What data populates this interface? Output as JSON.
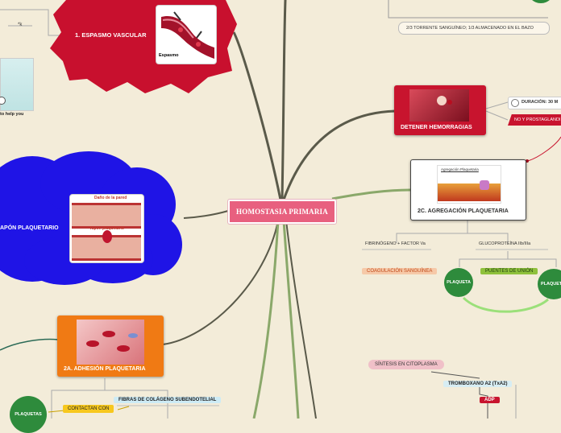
{
  "center": {
    "title": "HOMOSTASIA PRIMARIA"
  },
  "espasmo": {
    "title": "1. ESPASMO VASCULAR",
    "image_caption": "Espasmo",
    "side_label": "*k",
    "partial_text": "to help you"
  },
  "tapon": {
    "title": "APÓN PLAQUETARIO",
    "image_top": "Daño de la pared",
    "image_mid": "Tapón plaquetario"
  },
  "detener": {
    "title": "DETENER HEMORRAGIAS",
    "duracion": "DURACIÓN: 30 M",
    "prostaglandinas": "NO Y PROSTAGLANDI"
  },
  "torrente": {
    "text": "2/3 TORRENTE SANGUÍNEO; 1/3 ALMACENADO EN EL BAZO"
  },
  "agregacion": {
    "title": "2C. AGREGACIÓN PLAQUETARIA",
    "image_caption": "Agregación Plaquetaria",
    "fibrinogeno": "FIBRINÓGENO + FACTOR Va",
    "glucoproteina": "GLUCOPROTEÍNA IIb/IIIa",
    "coagulacion": "COAGULACIÓN SANGUÍNEA",
    "puentes": "PUENTES DE UNIÓN",
    "plaqueta_left": "PLAQUETA",
    "plaqueta_right": "PLAQUETA"
  },
  "adhesion": {
    "title": "2A. ADHESIÓN PLAQUETARIA",
    "fibras": "FIBRAS DE COLÁGENO SUBENDOTELIAL",
    "contactan": "CONTACTAN CON",
    "plaquetas": "PLAQUETAS"
  },
  "sintesis": {
    "text": "SÍNTESIS EN CITOPLASMA"
  },
  "tromboxano": {
    "text": "TROMBOXANO A2 (TxA2)",
    "adp": "ADP"
  },
  "colors": {
    "background": "#f3ecd9",
    "center": "#e8607f",
    "espasmo": "#c8102e",
    "tapon": "#1f14e6",
    "detener": "#c8142e",
    "adhesion": "#f07a14",
    "green": "#2e8b3c"
  }
}
